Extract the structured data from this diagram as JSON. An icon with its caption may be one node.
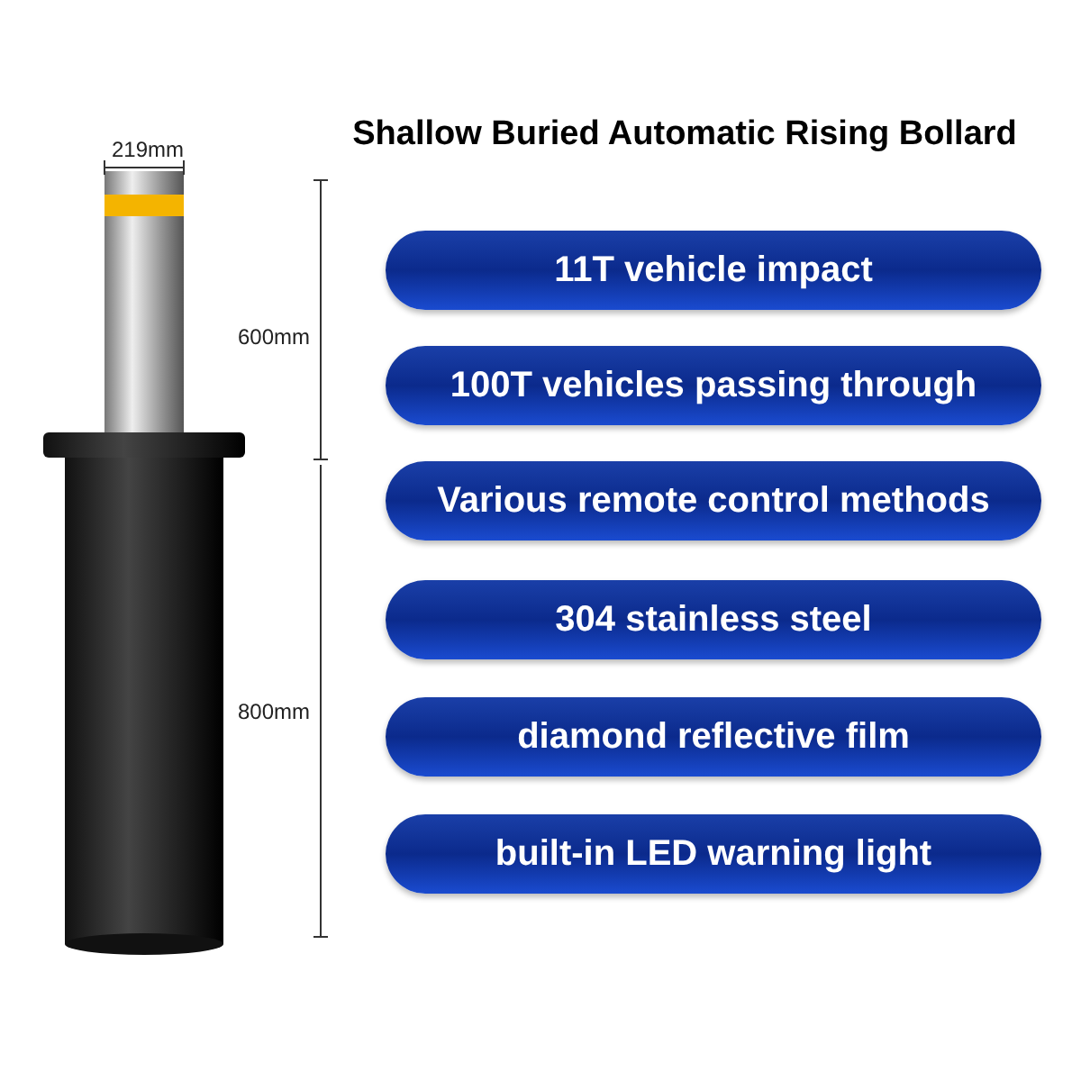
{
  "diagram": {
    "title": "Shallow Buried Automatic Rising Bollard",
    "nodes": [
      {
        "text": [
          "11T vehicle impact"
        ]
      },
      {
        "text": [
          "100T vehicles passing through"
        ]
      },
      {
        "text": [
          "Various remote control methods"
        ]
      },
      {
        "text": [
          "304 stainless steel"
        ]
      },
      {
        "text": [
          "diamond reflective film"
        ]
      },
      {
        "text": [
          "built-in LED warning light"
        ]
      }
    ],
    "labels": [
      "219mm",
      "600mm",
      "800mm"
    ]
  }
}
